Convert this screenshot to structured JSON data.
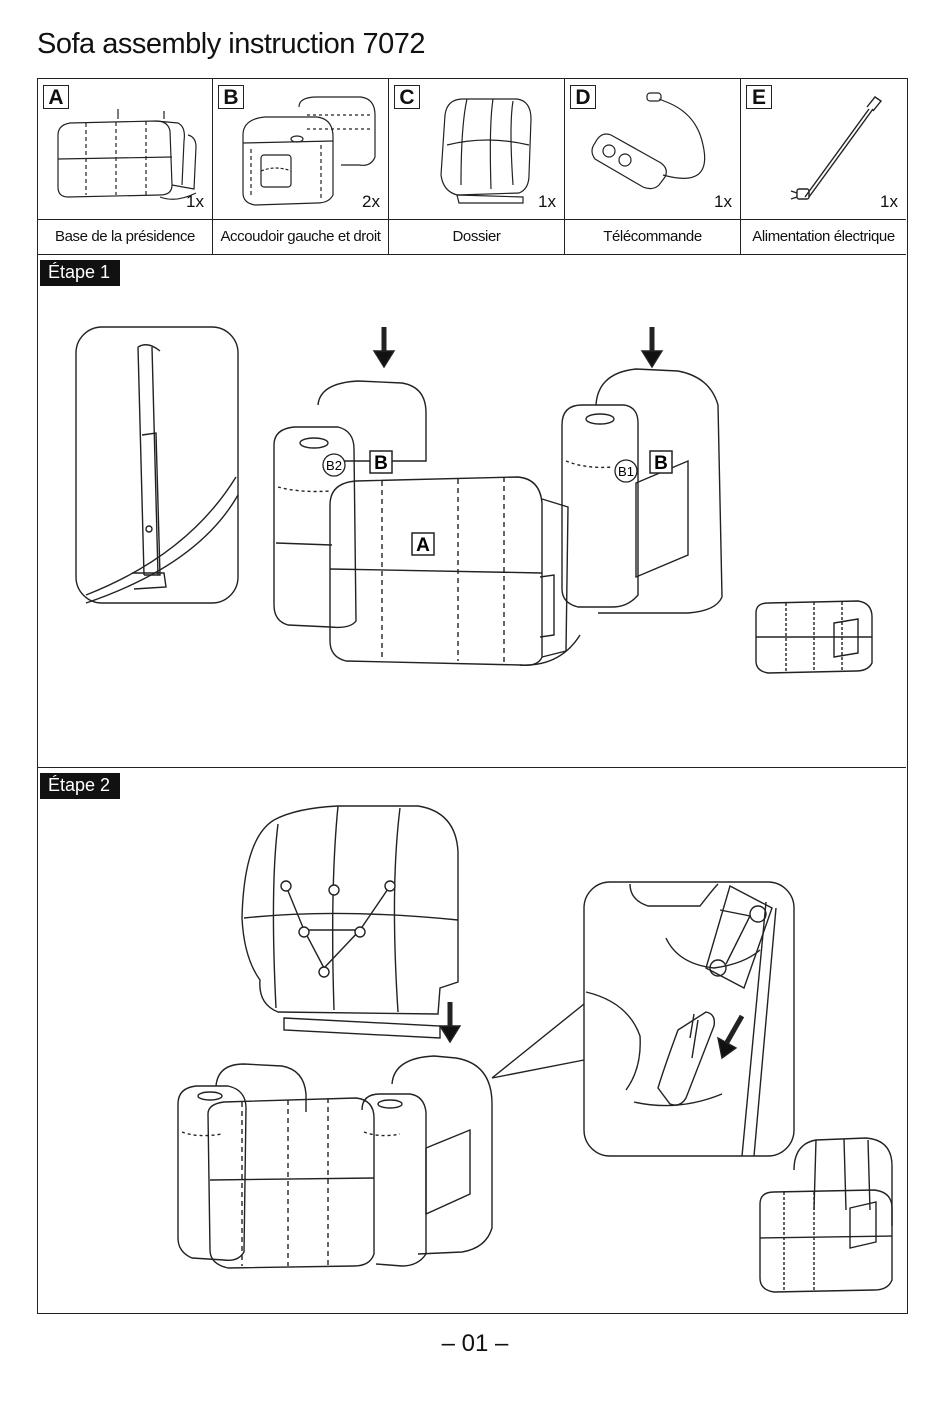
{
  "document": {
    "title": "Sofa assembly instruction 7072",
    "page_number": "– 01 –"
  },
  "parts": [
    {
      "letter": "A",
      "quantity": "1x",
      "label": "Base de la présidence",
      "icon": "seat-base-illustration"
    },
    {
      "letter": "B",
      "quantity": "2x",
      "label": "Accoudoir gauche et droit",
      "icon": "armrest-illustration"
    },
    {
      "letter": "C",
      "quantity": "1x",
      "label": "Dossier",
      "icon": "backrest-illustration"
    },
    {
      "letter": "D",
      "quantity": "1x",
      "label": "Télécommande",
      "icon": "remote-control-illustration"
    },
    {
      "letter": "E",
      "quantity": "1x",
      "label": "Alimentation électrique",
      "icon": "power-cable-illustration"
    }
  ],
  "steps": [
    {
      "label": "Étape 1",
      "callouts": {
        "left_armrest": "B2",
        "right_armrest": "B1",
        "armrest_letter": "B",
        "base_letter": "A"
      }
    },
    {
      "label": "Étape 2"
    }
  ]
}
